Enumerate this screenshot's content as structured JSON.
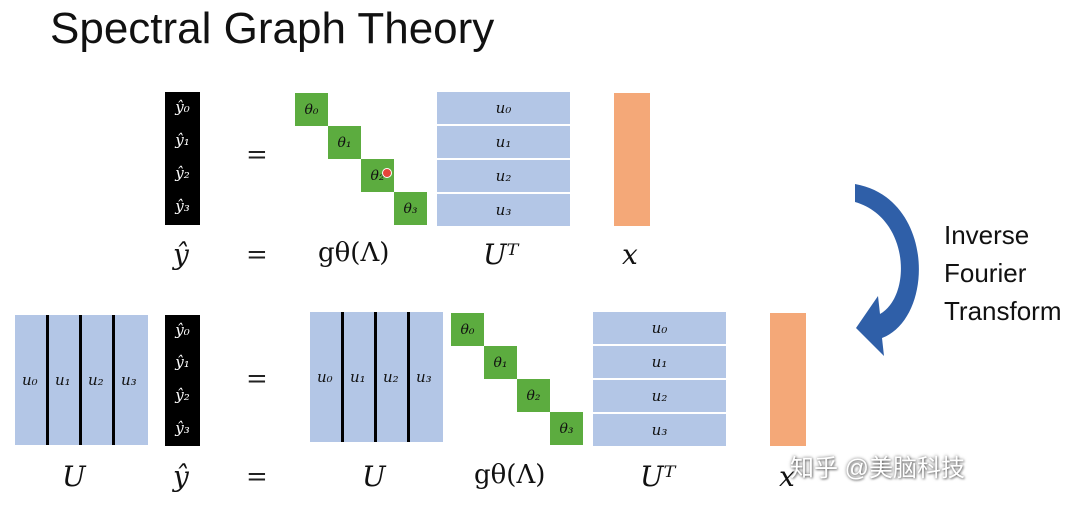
{
  "title": "Spectral Graph Theory",
  "top_row": {
    "yhat_entries": [
      "ŷ₀",
      "ŷ₁",
      "ŷ₂",
      "ŷ₃"
    ],
    "eq_sign": "=",
    "theta_entries": [
      "θ₀",
      "θ₁",
      "θ₂",
      "θ₃"
    ],
    "ut_rows": [
      "u₀",
      "u₁",
      "u₂",
      "u₃"
    ],
    "labels": {
      "yhat": "ŷ",
      "eq": "=",
      "g": "gθ(Λ)",
      "ut": "Uᵀ",
      "x": "x"
    }
  },
  "bottom_row": {
    "u_cols": [
      "u₀",
      "u₁",
      "u₂",
      "u₃"
    ],
    "yhat_entries": [
      "ŷ₀",
      "ŷ₁",
      "ŷ₂",
      "ŷ₃"
    ],
    "eq_sign": "=",
    "u_cols_right": [
      "u₀",
      "u₁",
      "u₂",
      "u₃"
    ],
    "theta_entries": [
      "θ₀",
      "θ₁",
      "θ₂",
      "θ₃"
    ],
    "ut_rows": [
      "u₀",
      "u₁",
      "u₂",
      "u₃"
    ],
    "labels": {
      "u_left": "U",
      "yhat": "ŷ",
      "eq": "=",
      "u_right": "U",
      "g": "gθ(Λ)",
      "ut": "Uᵀ",
      "x": "x"
    }
  },
  "arrow": {
    "label_line1": "Inverse",
    "label_line2": "Fourier",
    "label_line3": "Transform",
    "color": "#2f5fa8"
  },
  "watermark": "知乎 @美脑科技",
  "colors": {
    "yhat_bg": "#000000",
    "theta_bg": "#5cac3f",
    "matrix_bg": "#b3c6e6",
    "x_bg": "#f4a878"
  }
}
